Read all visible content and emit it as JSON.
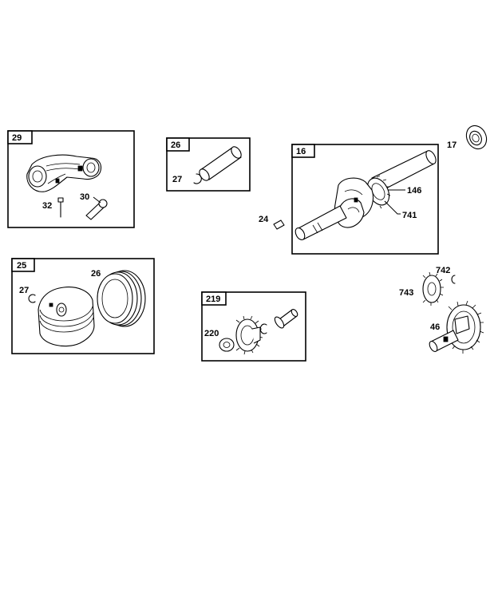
{
  "groups": {
    "g29": "29",
    "g26": "26",
    "g16": "16",
    "g25": "25",
    "g219": "219"
  },
  "parts": {
    "p17": "17",
    "p27a": "27",
    "p32": "32",
    "p30": "30",
    "p146": "146",
    "p24": "24",
    "p741": "741",
    "p742": "742",
    "p743": "743",
    "p27b": "27",
    "p26": "26",
    "p220": "220",
    "p46": "46"
  }
}
